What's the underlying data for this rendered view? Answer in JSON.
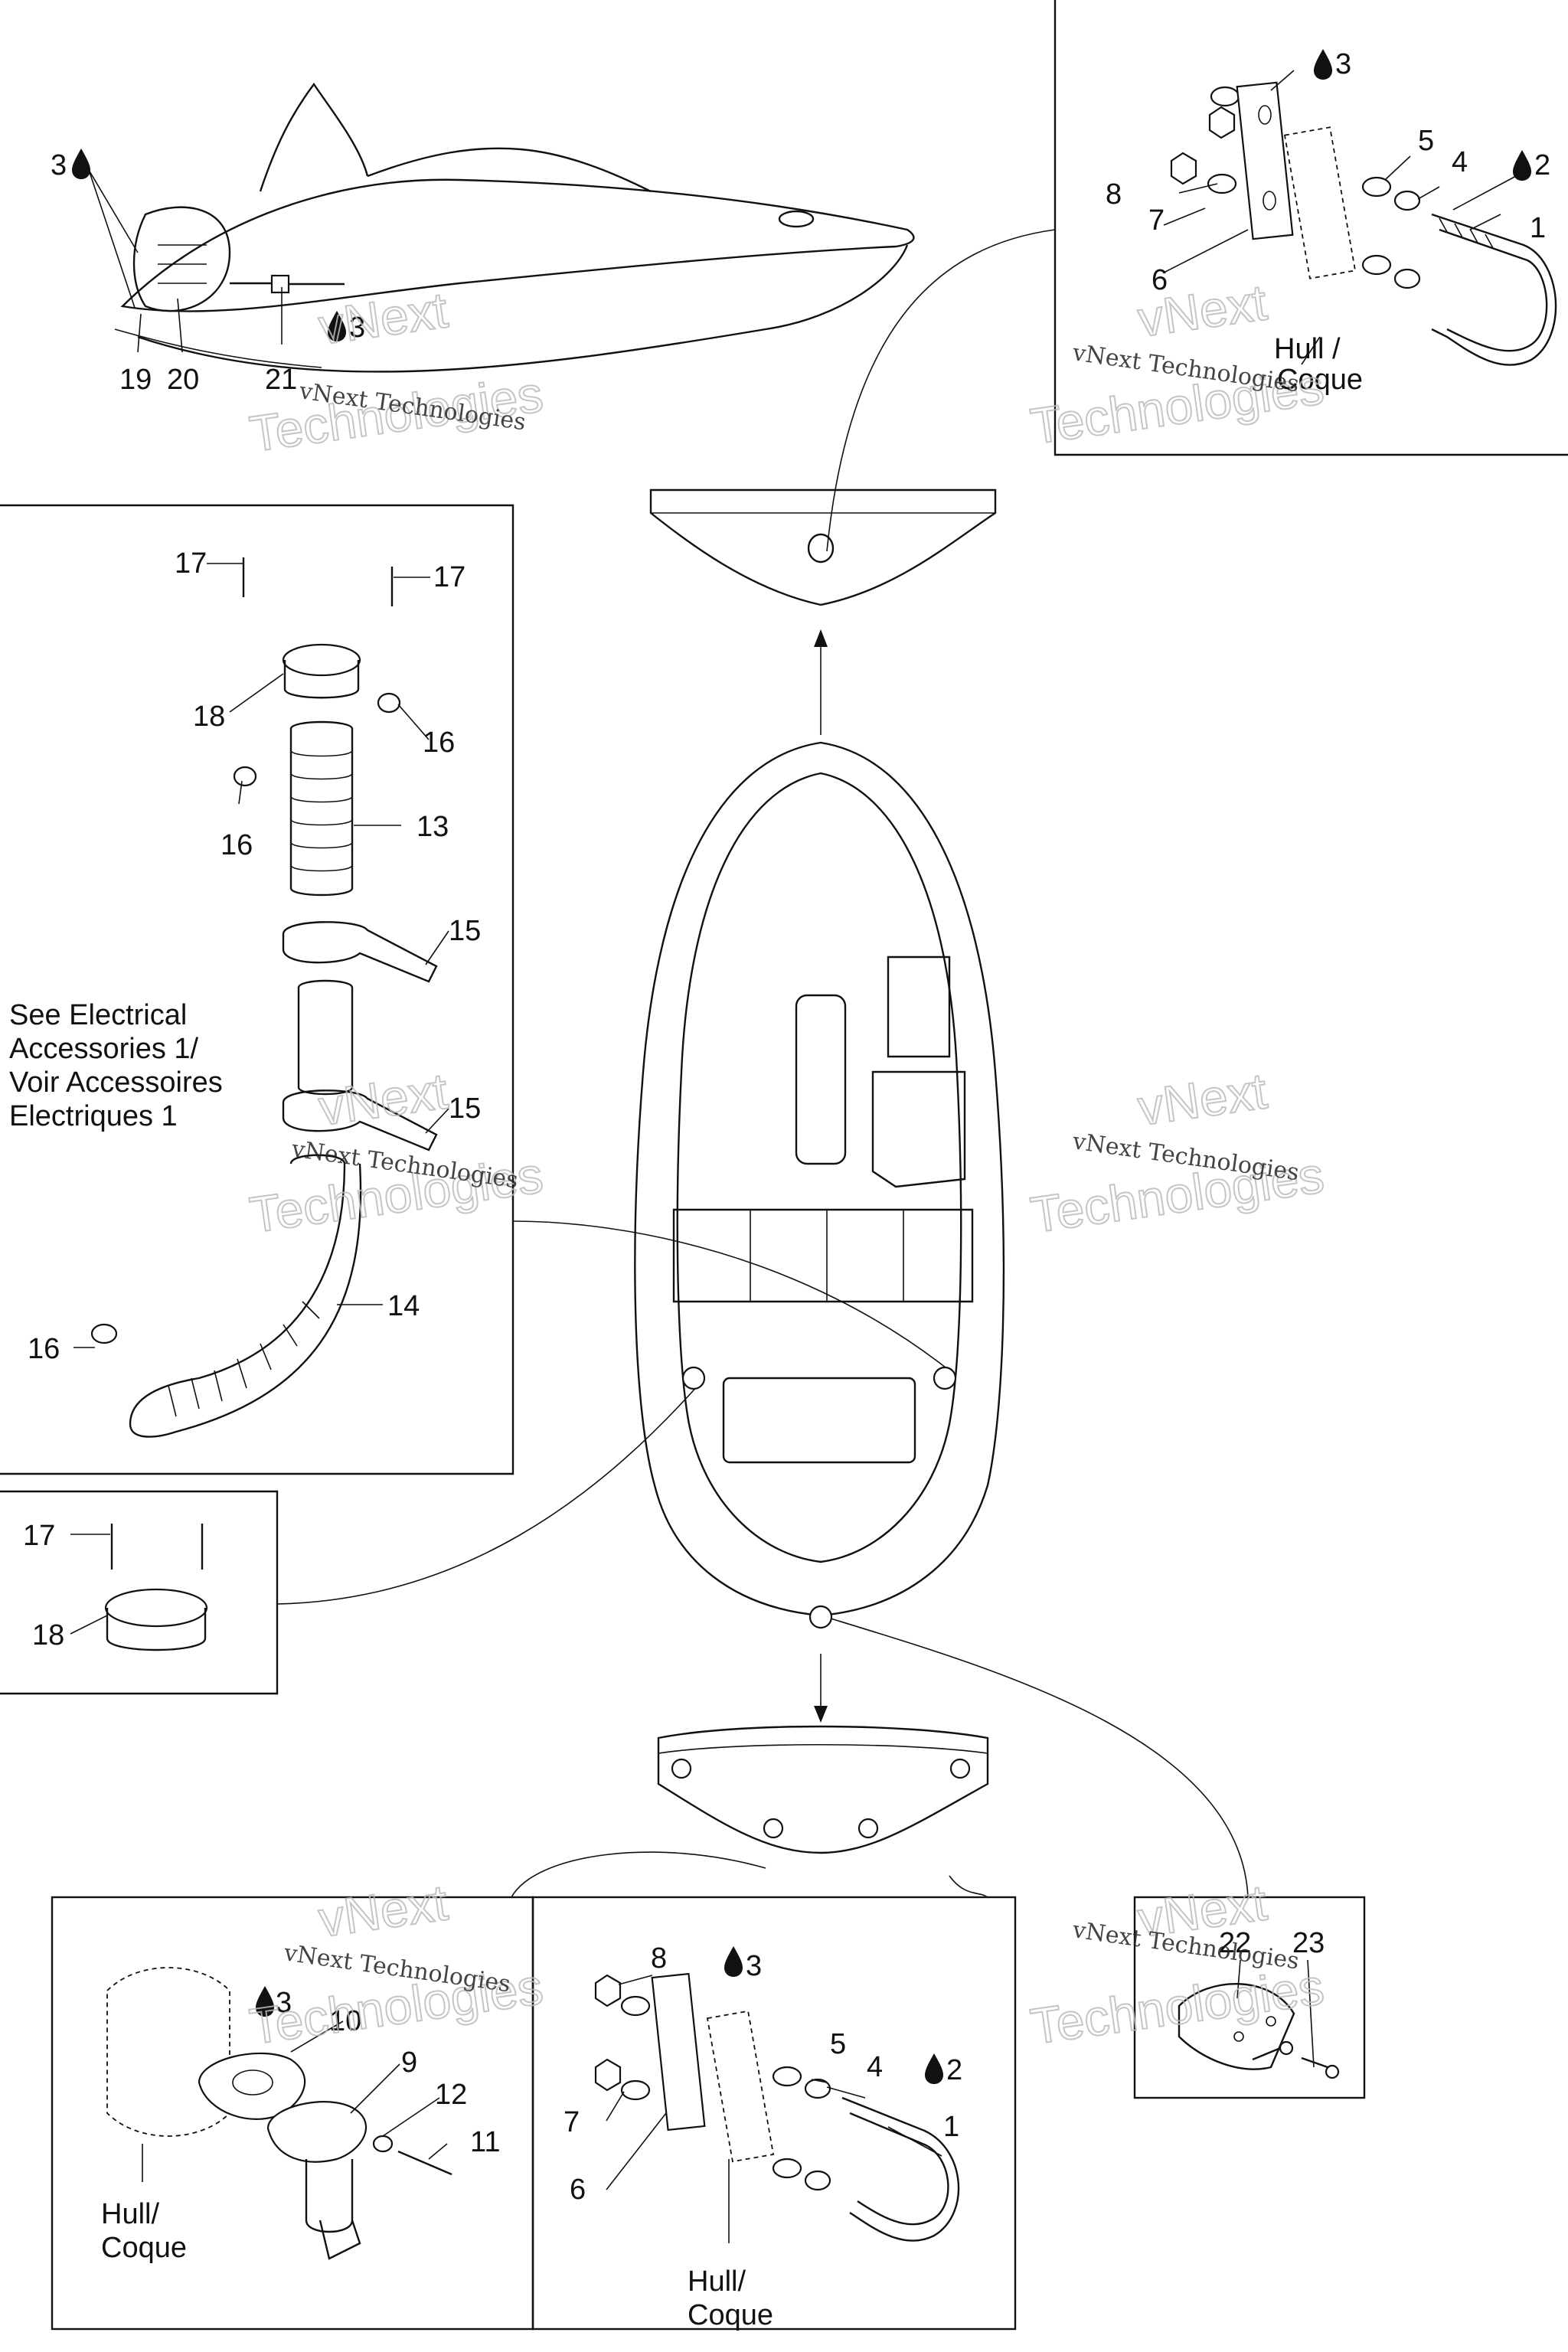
{
  "callouts": {
    "c1": "1",
    "c2": "2",
    "c3": "3",
    "c4": "4",
    "c5": "5",
    "c6": "6",
    "c7": "7",
    "c8": "8",
    "c9": "9",
    "c10": "10",
    "c11": "11",
    "c12": "12",
    "c13": "13",
    "c14": "14",
    "c15": "15",
    "c16": "16",
    "c17": "17",
    "c18": "18",
    "c19": "19",
    "c20": "20",
    "c21": "21",
    "c22": "22",
    "c23": "23"
  },
  "notes": {
    "hull_coque_line1": "Hull /",
    "hull_coque_line2": "Coque",
    "hull_coque_alt_line1": "Hull/",
    "see_electrical": [
      "See Electrical",
      "Accessories 1/",
      "Voir Accessoires",
      "Electriques 1"
    ]
  },
  "watermark": {
    "line_small": "vNext Technologies",
    "line_large_1": "vNext",
    "line_large_2": "Technologies"
  },
  "icons": {
    "lubricant": "oil-drop-icon"
  }
}
